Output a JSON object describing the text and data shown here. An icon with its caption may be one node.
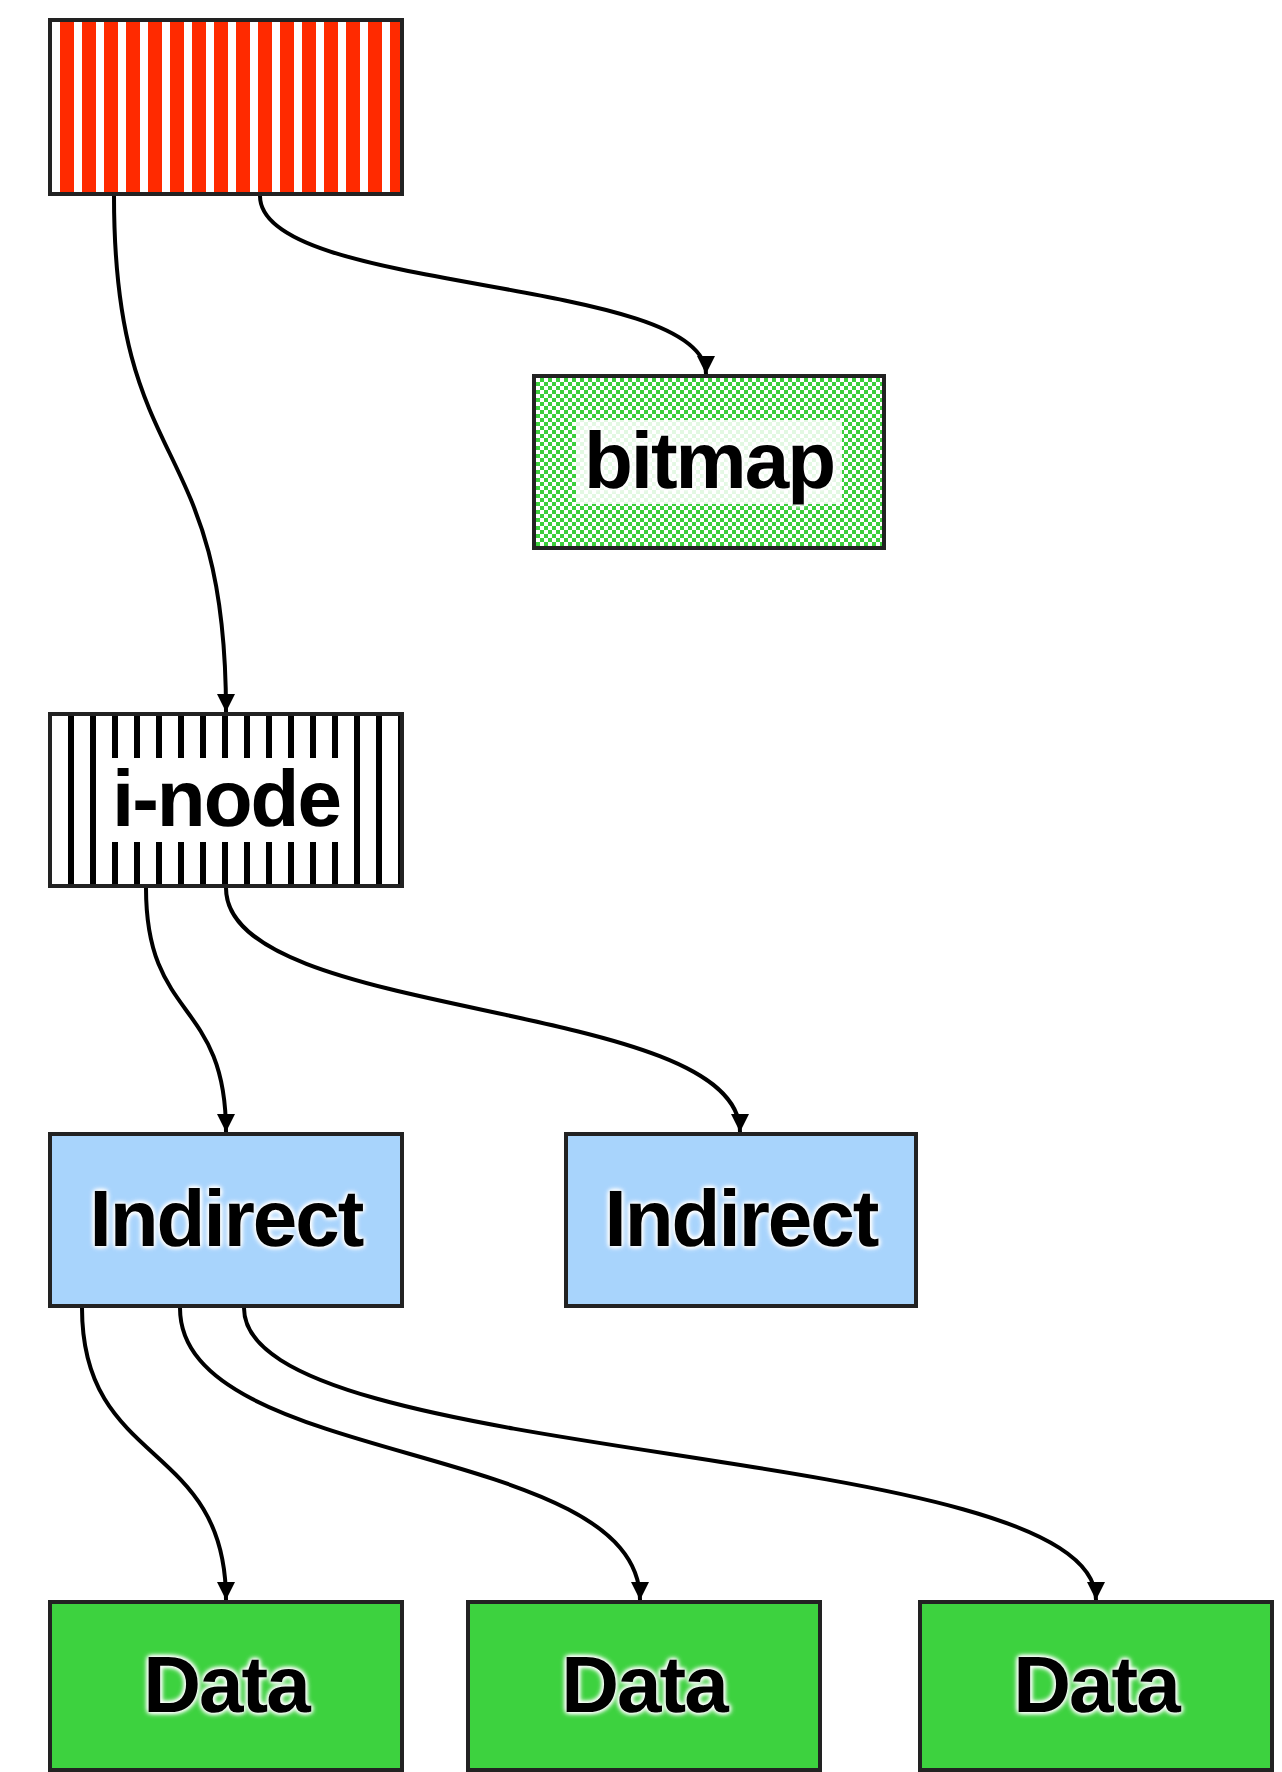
{
  "diagram": {
    "nodes": [
      {
        "text": [],
        "shape": "box"
      },
      {
        "text": [
          "bitmap"
        ]
      },
      {
        "text": [
          "i-node"
        ]
      },
      {
        "text": [
          "Indirect"
        ]
      },
      {
        "text": [
          "Indirect"
        ]
      },
      {
        "text": [
          "Data"
        ]
      },
      {
        "text": [
          "Data"
        ]
      },
      {
        "text": [
          "Data"
        ]
      }
    ],
    "edges": [
      {
        "from": 0,
        "to": 2,
        "arrow": "to"
      },
      {
        "from": 0,
        "to": 1,
        "arrow": "to"
      },
      {
        "from": 2,
        "to": 3,
        "arrow": "to"
      },
      {
        "from": 2,
        "to": 4,
        "arrow": "to"
      },
      {
        "from": 3,
        "to": 5,
        "arrow": "to"
      },
      {
        "from": 3,
        "to": 6,
        "arrow": "to"
      },
      {
        "from": 3,
        "to": 7,
        "arrow": "to"
      }
    ]
  }
}
